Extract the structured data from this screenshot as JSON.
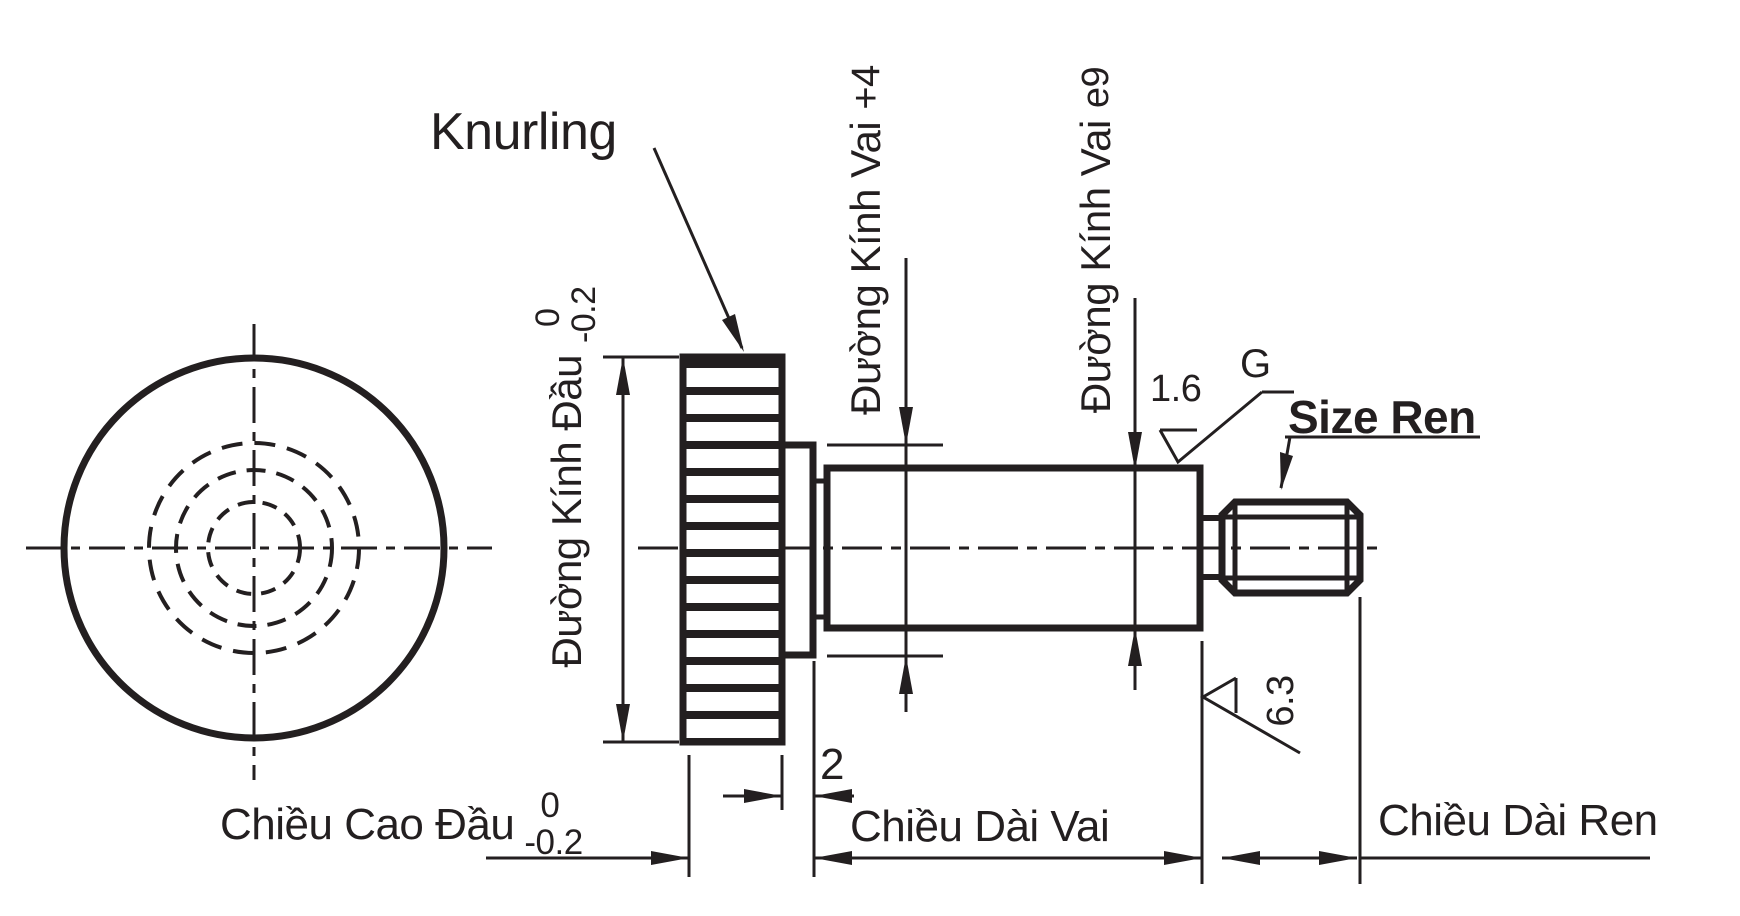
{
  "drawing": {
    "callouts": {
      "knurling": "Knurling",
      "size_ren": "Size Ren",
      "g_mark": "G"
    },
    "surface_finish": {
      "top_value": "1.6",
      "side_value": "6.3"
    },
    "dimensions": {
      "head_diameter": {
        "label": "Đường Kính Đầu",
        "tol_upper": "0",
        "tol_lower": "-0.2"
      },
      "shoulder_diameter_plus4": {
        "label": "Đường Kính Vai",
        "suffix": "+4"
      },
      "shoulder_diameter_e9": {
        "label": "Đường Kính Vai",
        "suffix": "e9"
      },
      "collar_width": "2",
      "head_height": {
        "label": "Chiều Cao Đầu",
        "tol_upper": "0",
        "tol_lower": "-0.2"
      },
      "shoulder_length": "Chiều Dài Vai",
      "thread_length": "Chiều Dài Ren"
    },
    "colors": {
      "ink": "#231f20",
      "background": "#ffffff"
    }
  }
}
